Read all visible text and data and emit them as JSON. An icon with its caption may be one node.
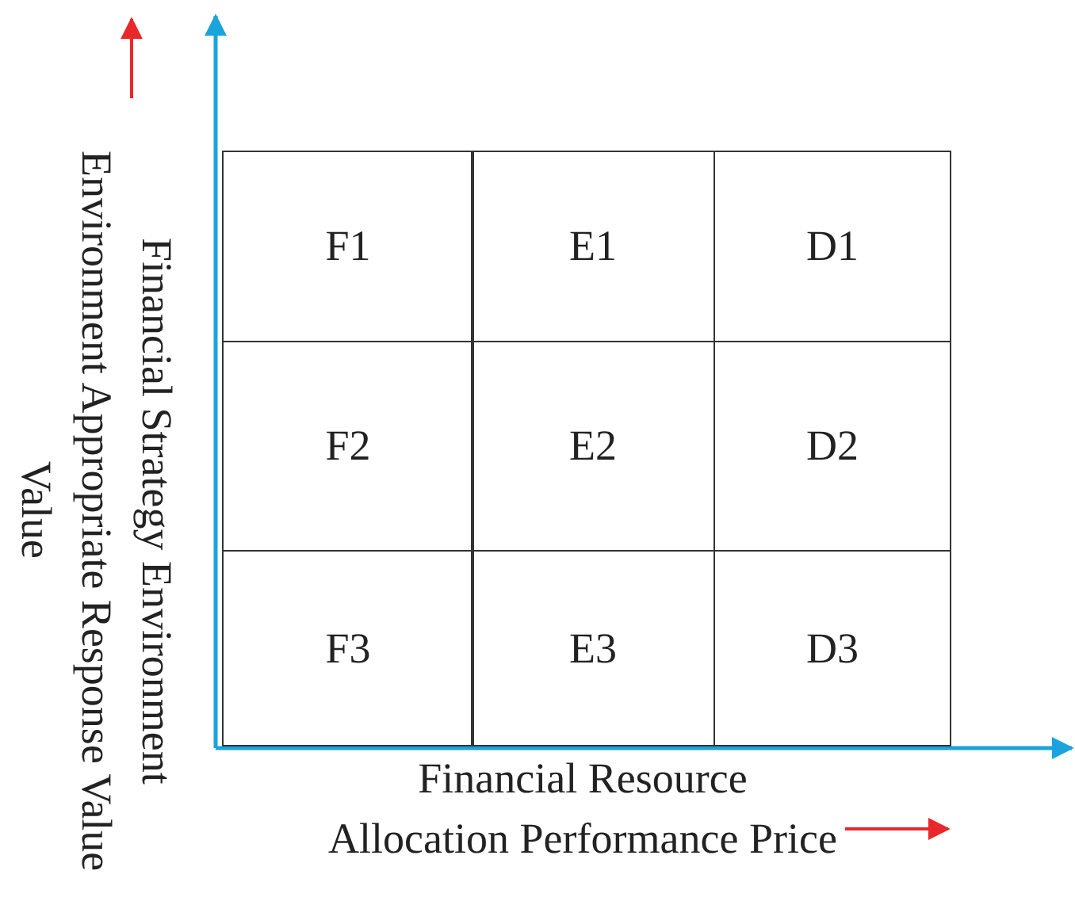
{
  "diagram": {
    "labels": [
      "Financial Strategy Environment Environment Appropriate Response Value Value",
      "F1",
      "E1",
      "D1",
      "F2",
      "E2",
      "D2",
      "F3",
      "E3",
      "D3",
      "Financial Resource Allocation Performance Price"
    ]
  }
}
